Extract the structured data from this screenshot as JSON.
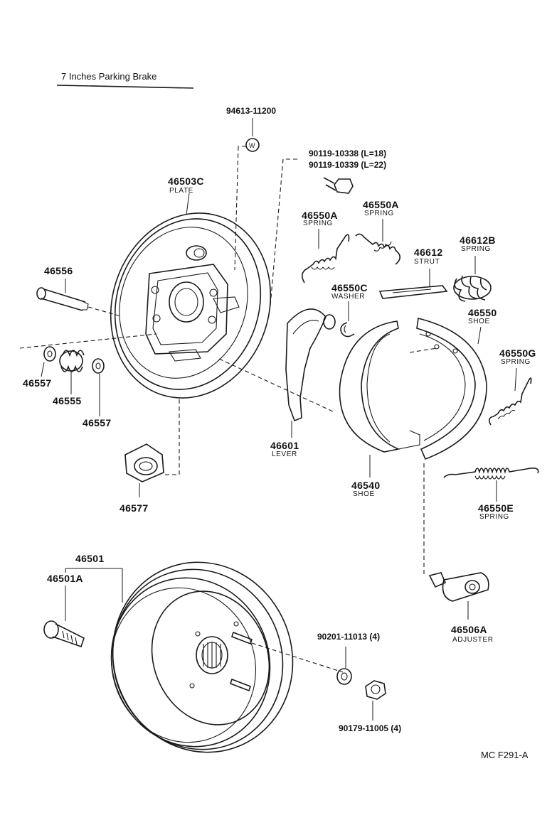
{
  "diagram": {
    "title": "7 Inches Parking Brake",
    "code": "MC F291-A",
    "parts": {
      "p94613": "94613-11200",
      "p90119a": "90119-10338 (L=18)",
      "p90119b": "90119-10339 (L=22)",
      "p46503c": "46503C",
      "p46503c_name": "PLATE",
      "p46550a_l": "46550A",
      "p46550a_l_name": "SPRING",
      "p46550a_r": "46550A",
      "p46550a_r_name": "SPRING",
      "p46612": "46612",
      "p46612_name": "STRUT",
      "p46612b": "46612B",
      "p46612b_name": "SPRING",
      "p46556": "46556",
      "p46550c": "46550C",
      "p46550c_name": "WASHER",
      "p46550": "46550",
      "p46550_name": "SHOE",
      "p46550g": "46550G",
      "p46550g_name": "SPRING",
      "p46557a": "46557",
      "p46555": "46555",
      "p46557b": "46557",
      "p46601": "46601",
      "p46601_name": "LEVER",
      "p46540": "46540",
      "p46540_name": "SHOE",
      "p46577": "46577",
      "p46550e": "46550E",
      "p46550e_name": "SPRING",
      "p46501": "46501",
      "p46501a": "46501A",
      "p46506a": "46506A",
      "p46506a_name": "ADJUSTER",
      "p90201": "90201-11013 (4)",
      "p90179": "90179-11005 (4)"
    }
  }
}
